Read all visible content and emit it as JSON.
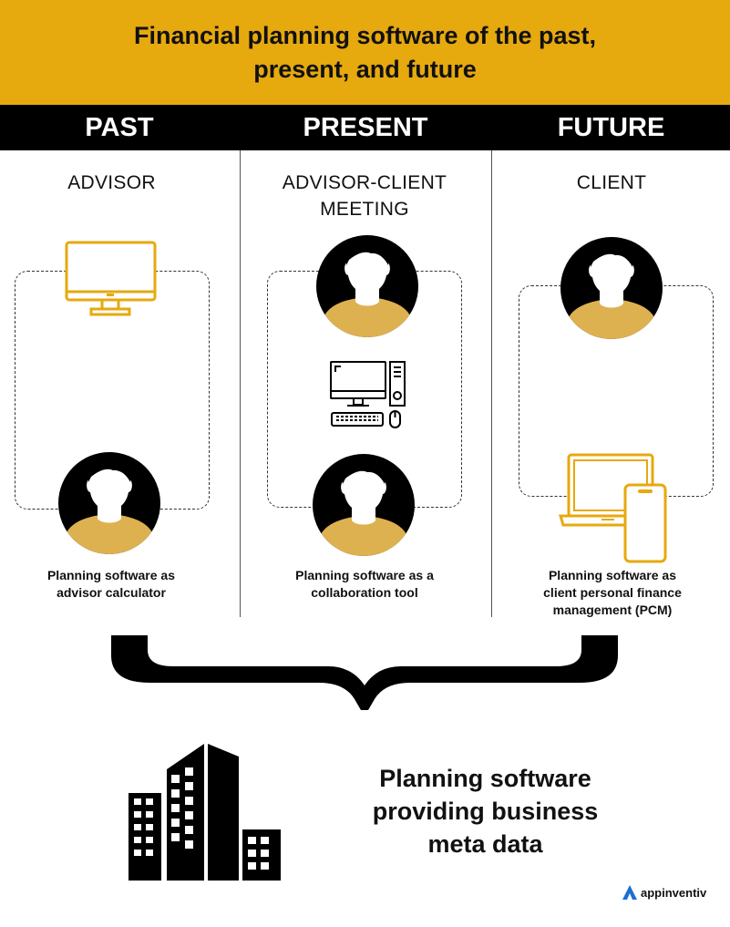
{
  "banner": {
    "title": "Financial planning software of the past, present, and future"
  },
  "columns": [
    {
      "era": "PAST",
      "role": "ADVISOR",
      "caption": "Planning software as advisor calculator"
    },
    {
      "era": "PRESENT",
      "role": "ADVISOR-CLIENT MEETING",
      "caption": "Planning software as a collaboration tool"
    },
    {
      "era": "FUTURE",
      "role": "CLIENT",
      "caption": "Planning software as client personal finance management (PCM)"
    }
  ],
  "bottom": {
    "text": "Planning software providing business meta data"
  },
  "brand": {
    "name": "appinventiv"
  },
  "colors": {
    "accent": "#e6a90e",
    "ink": "#000000"
  },
  "icons": [
    "monitor-icon",
    "person-avatar-icon",
    "desktop-computer-icon",
    "laptop-icon",
    "smartphone-icon",
    "curly-brace-icon",
    "office-buildings-icon",
    "appinventiv-logo-icon"
  ]
}
